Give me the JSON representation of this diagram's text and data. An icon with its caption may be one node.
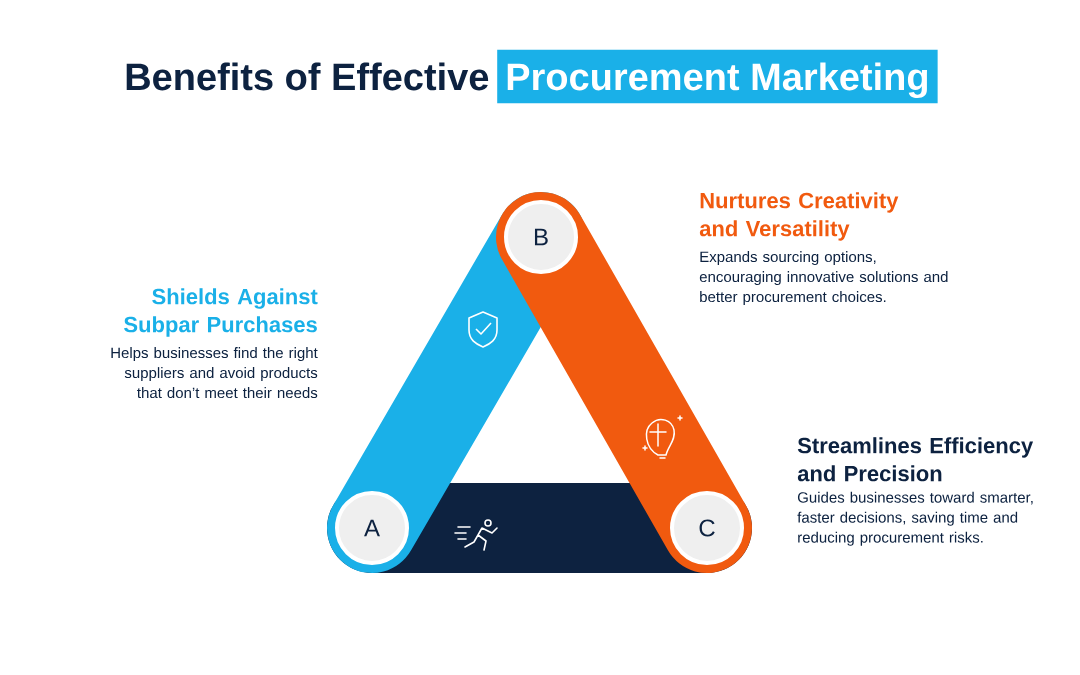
{
  "diagram": {
    "title": "Benefits of Effective",
    "nodes": [
      {
        "text": [
          "A"
        ],
        "beside": [
          "Shields Against Subpar Purchases",
          "Helps businesses find the right suppliers and avoid products that don’t meet their needs"
        ]
      },
      {
        "text": [
          "B"
        ],
        "beside": [
          "Nurtures Creativity and Versatility",
          "Expands sourcing options, encouraging innovative solutions and better procurement choices."
        ]
      },
      {
        "text": [
          "C"
        ],
        "beside": [
          "Streamlines Efficiency and Precision",
          "Guides businesses toward smarter, faster decisions, saving time and reducing procurement risks."
        ]
      }
    ],
    "labels": [
      "Procurement Marketing"
    ]
  }
}
